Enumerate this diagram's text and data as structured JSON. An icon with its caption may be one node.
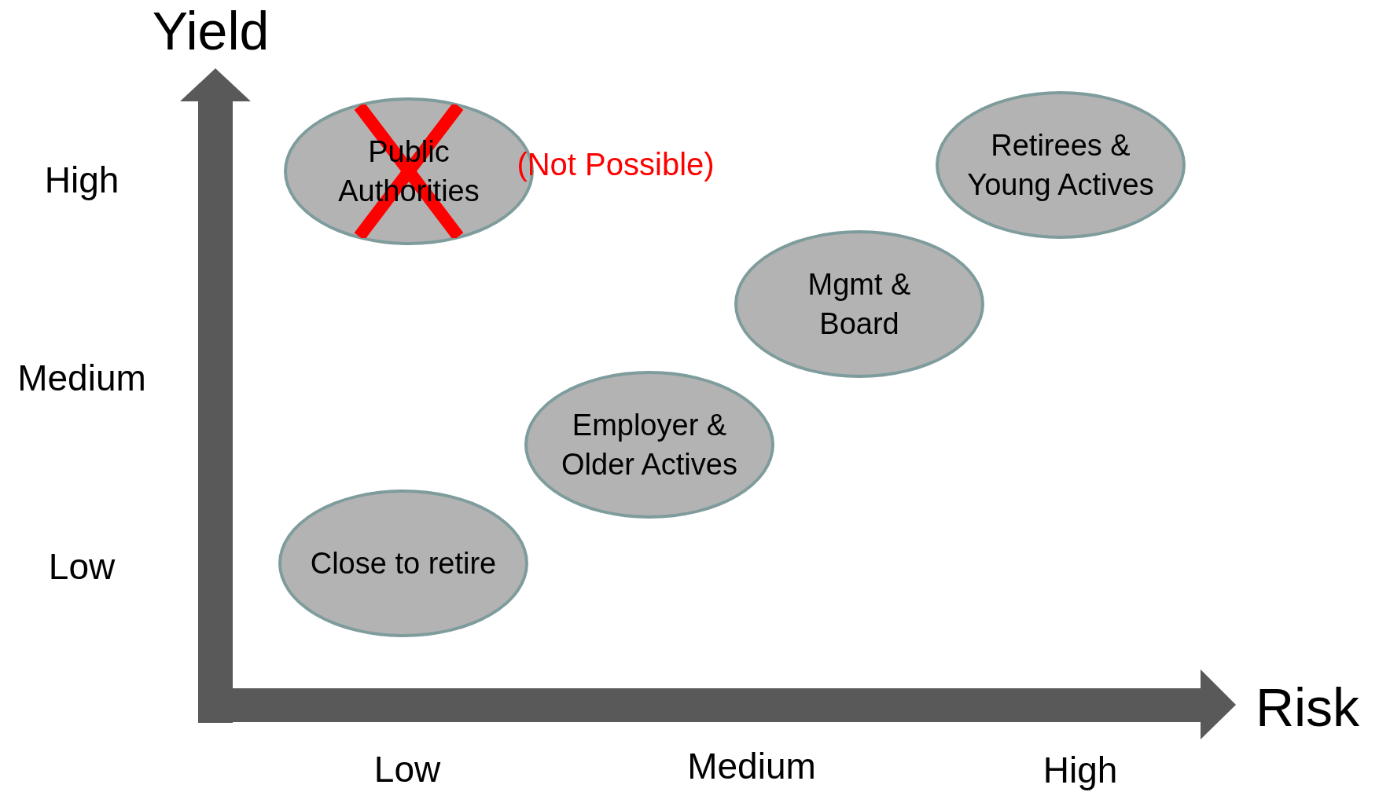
{
  "diagram": {
    "nodes": [
      {
        "text": [
          "Public Authorities"
        ],
        "beside": [
          "(Not Possible)"
        ]
      },
      {
        "text": [
          "Retirees & Young Actives"
        ]
      },
      {
        "text": [
          "Mgmt & Board"
        ]
      },
      {
        "text": [
          "Employer & Older Actives"
        ]
      },
      {
        "text": [
          "Close to retire"
        ]
      }
    ],
    "labels": [
      "Yield",
      "High",
      "Medium",
      "Low",
      "Risk",
      "Low",
      "Medium",
      "High"
    ]
  }
}
